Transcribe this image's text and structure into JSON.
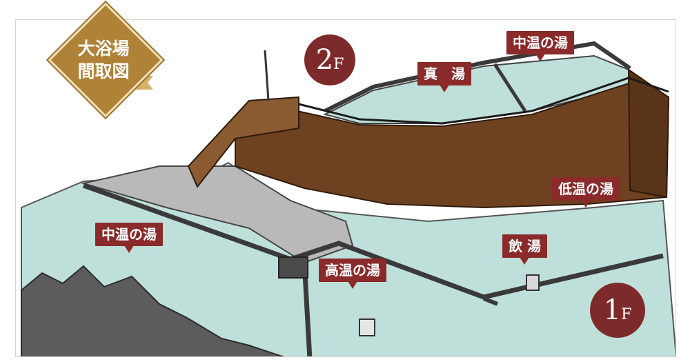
{
  "title": "大浴場\n間取図",
  "floors": {
    "upper": "2",
    "lower": "1",
    "suffix": "F"
  },
  "labels": {
    "makoto_yu": "真　湯",
    "chuon_upper": "中温の湯",
    "teion": "低温の湯",
    "inyu": "飲 湯",
    "chuon_lower": "中温の湯",
    "koon": "高温の湯"
  },
  "colors": {
    "water": "#bfe0da",
    "wall": "#6e4220",
    "label_bg": "#8a2a2a",
    "badge_gold": "#b08237"
  }
}
